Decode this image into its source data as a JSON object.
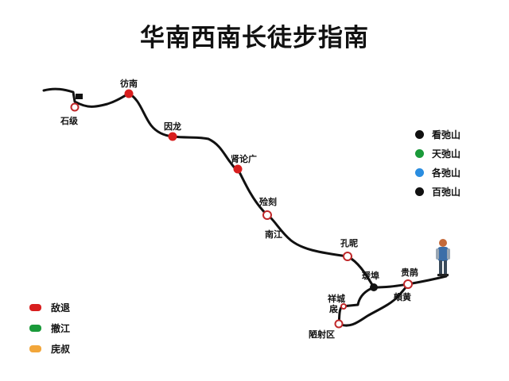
{
  "title": "华南西南长徒步指南",
  "stations": [
    {
      "id": "shiji",
      "label": "石级"
    },
    {
      "id": "fangnan",
      "label": "彷南"
    },
    {
      "id": "yinlong",
      "label": "因龙"
    },
    {
      "id": "liguangguang",
      "label": "肾论广"
    },
    {
      "id": "lianshe",
      "label": "殓刻"
    },
    {
      "id": "nanjiang",
      "label": "南江"
    },
    {
      "id": "kongchi",
      "label": "孔昵"
    },
    {
      "id": "yuanzhang",
      "label": "瑗埠"
    },
    {
      "id": "guiyang",
      "label": "贵鹃"
    },
    {
      "id": "baoxin",
      "label": "頰黄"
    },
    {
      "id": "xiancheng",
      "label": "祥城"
    },
    {
      "id": "yi",
      "label": "扆"
    },
    {
      "id": "suizhuqu",
      "label": "陋射区"
    }
  ],
  "legend_right": [
    {
      "label": "看弛山",
      "color": "#111111"
    },
    {
      "label": "天弛山",
      "color": "#1a9a3a"
    },
    {
      "label": "各弛山",
      "color": "#2a8de0"
    },
    {
      "label": "百弛山",
      "color": "#111111"
    }
  ],
  "legend_left": [
    {
      "label": "敌退",
      "color": "#d81e1e"
    },
    {
      "label": "撤江",
      "color": "#1a9a3a"
    },
    {
      "label": "庑叔",
      "color": "#f2a63a"
    }
  ],
  "colors": {
    "route": "#111111",
    "red_stop": "#d81e1e",
    "ring_stop": "#c0282a"
  }
}
